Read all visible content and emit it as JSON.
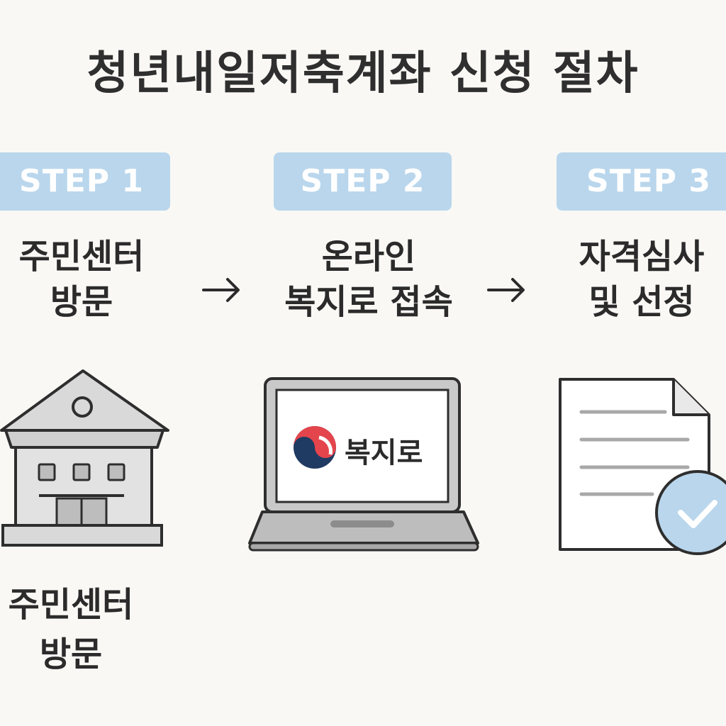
{
  "title": "청년내일저축계좌 신청 절차",
  "colors": {
    "background": "#f9f8f5",
    "step_pill": "#b9d6ec",
    "step_text": "#ffffff",
    "text": "#2b2b2b",
    "icon_fill": "#d9d9d9",
    "check_circle": "#b9d6ec"
  },
  "steps": [
    {
      "pill": "STEP 1",
      "line1": "주민센터",
      "line2": "방문",
      "icon": "building-icon"
    },
    {
      "pill": "STEP 2",
      "line1": "온라인",
      "line2": "복지로 접속",
      "icon": "laptop-icon"
    },
    {
      "pill": "STEP 3",
      "line1": "자격심사",
      "line2": "및 선정",
      "icon": "document-check-icon"
    }
  ],
  "laptop_screen_text": "복지로",
  "bottom_label": {
    "line1": "주민센터",
    "line2": "방문"
  }
}
